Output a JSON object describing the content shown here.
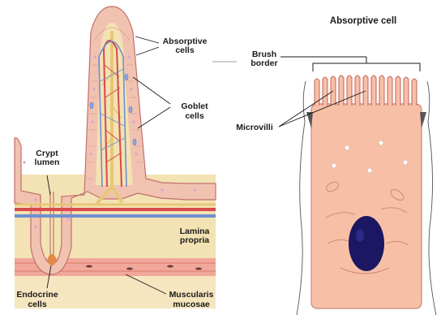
{
  "diagram": {
    "left_panel": {
      "labels": {
        "absorptive_cells": [
          "Absorptive",
          "cells"
        ],
        "goblet_cells": [
          "Goblet",
          "cells"
        ],
        "crypt_lumen": [
          "Crypt",
          "lumen"
        ],
        "lamina_propria": [
          "Lamina",
          "propria"
        ],
        "endocrine_cells": [
          "Endocrine",
          "cells"
        ],
        "muscularis_mucosae": [
          "Muscularis",
          "mucosae"
        ]
      }
    },
    "right_panel": {
      "title": "Absorptive cell",
      "labels": {
        "brush_border": [
          "Brush",
          "border"
        ],
        "microvilli": "Microvilli"
      }
    },
    "colors": {
      "epithelium": "#f2c2b0",
      "epithelium_outline": "#c07070",
      "lamina_propria": "#f3e2b3",
      "artery": "#d94a4a",
      "vein": "#6e8fd0",
      "lacteal": "#e6c878",
      "cell_body": "#f7c0a6",
      "nucleus": "#1b1762",
      "muscle": "#f1a89a"
    }
  }
}
